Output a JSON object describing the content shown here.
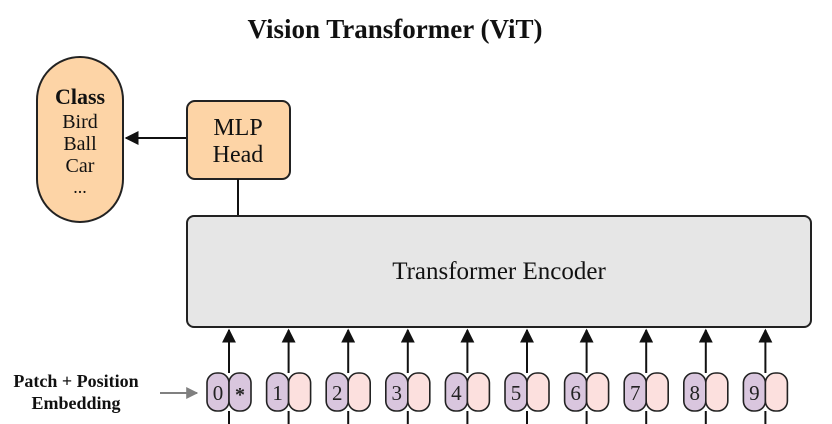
{
  "title": "Vision Transformer (ViT)",
  "class_box": {
    "heading": "Class",
    "items": [
      "Bird",
      "Ball",
      "Car",
      "..."
    ]
  },
  "mlp_head": {
    "line1": "MLP",
    "line2": "Head"
  },
  "encoder": {
    "label": "Transformer Encoder"
  },
  "embedding_label": {
    "line1": "Patch + Position",
    "line2": "Embedding"
  },
  "tokens": [
    {
      "position": "0",
      "content": "*"
    },
    {
      "position": "1",
      "content": ""
    },
    {
      "position": "2",
      "content": ""
    },
    {
      "position": "3",
      "content": ""
    },
    {
      "position": "4",
      "content": ""
    },
    {
      "position": "5",
      "content": ""
    },
    {
      "position": "6",
      "content": ""
    },
    {
      "position": "7",
      "content": ""
    },
    {
      "position": "8",
      "content": ""
    },
    {
      "position": "9",
      "content": ""
    }
  ],
  "colors": {
    "orange_fill": "#fdd4a6",
    "encoder_fill": "#e6e6e6",
    "position_fill": "#d9c6de",
    "patch_fill": "#fce0de",
    "class_token_fill": "#d9c6de",
    "stroke": "#222222",
    "gray_arrow": "#808080"
  }
}
